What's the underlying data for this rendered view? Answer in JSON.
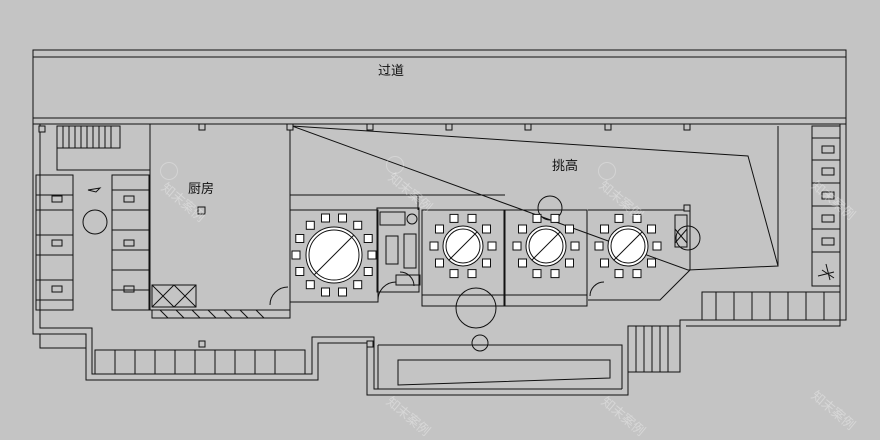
{
  "rooms": {
    "corridor_label": "过道",
    "kitchen_label": "厨房",
    "double_height_label": "挑高"
  },
  "watermark_text": "知末案例",
  "colors": {
    "background": "#c4c4c4",
    "line": "#111111",
    "table_fill": "#ffffff"
  }
}
